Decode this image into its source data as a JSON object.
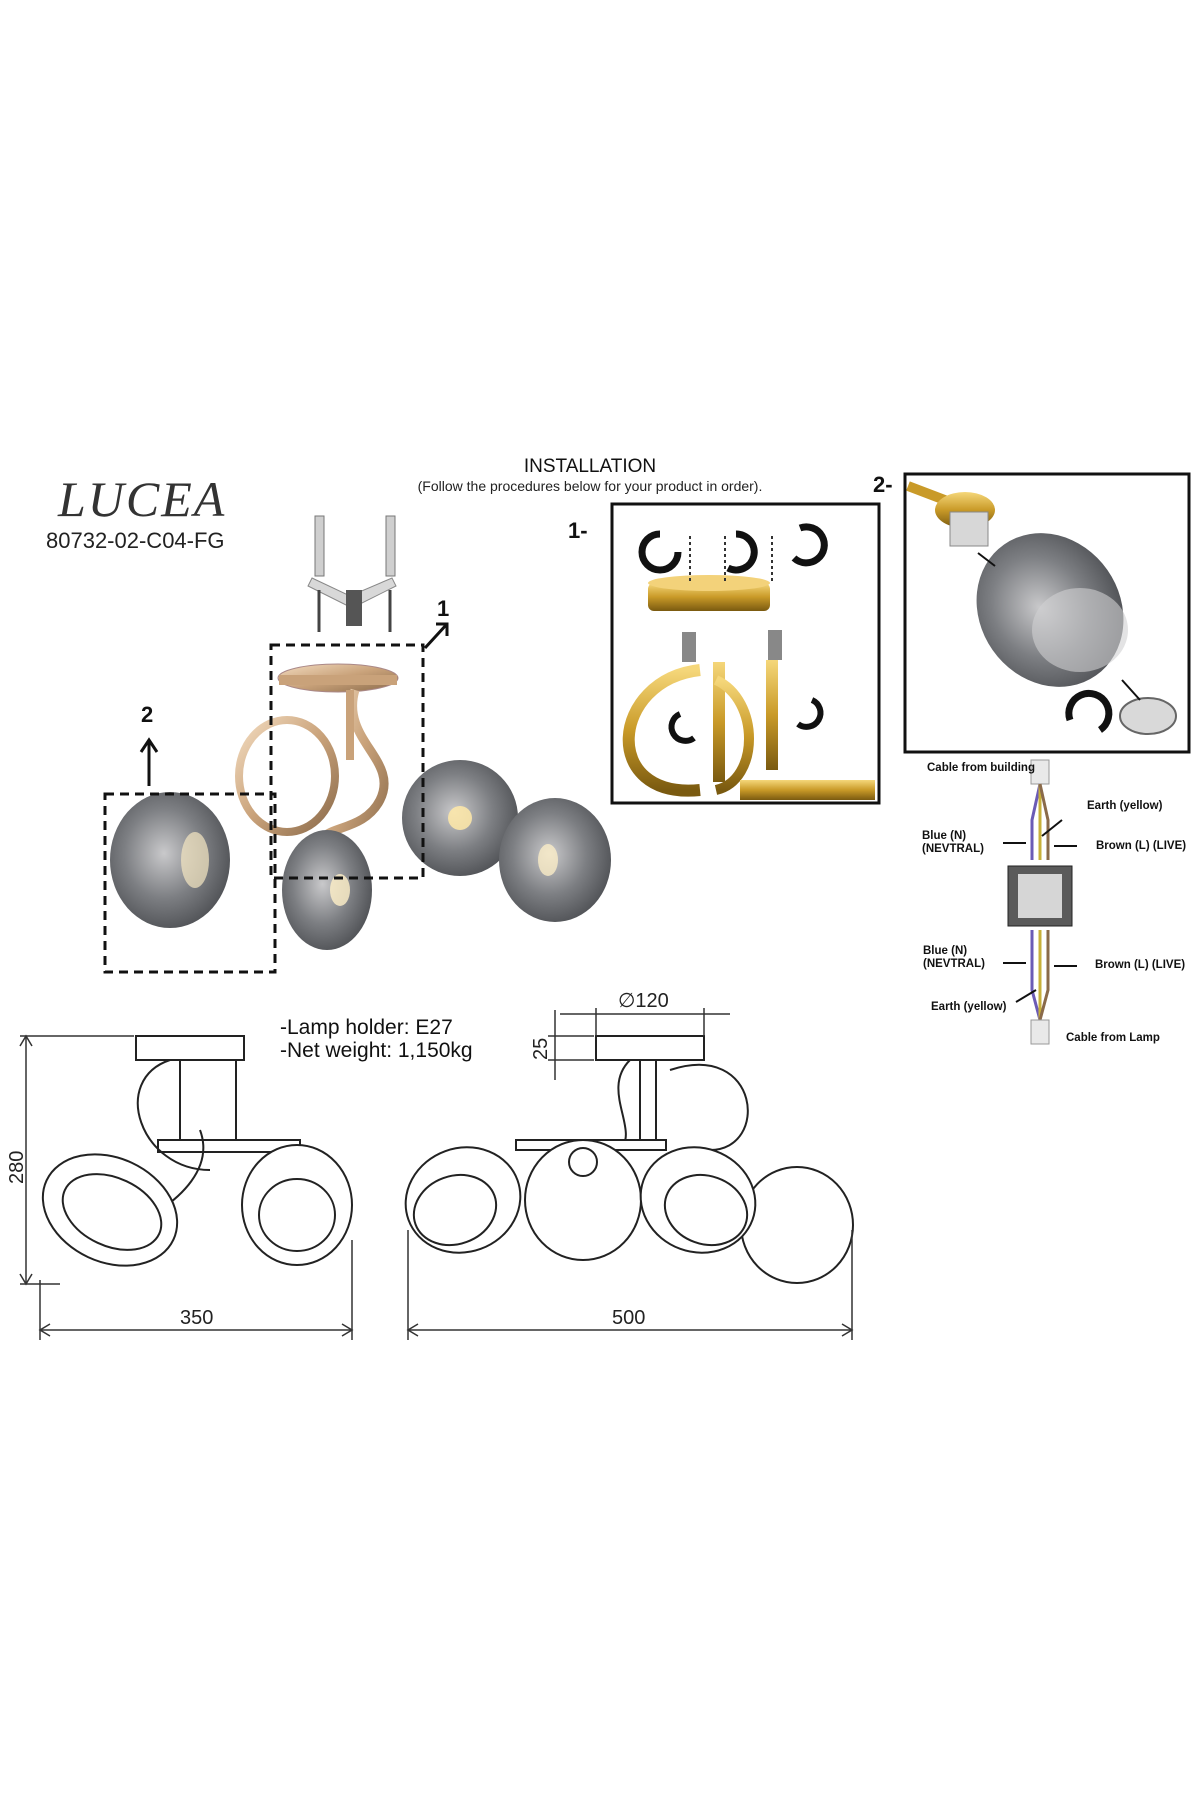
{
  "header": {
    "brand": "LUCEA",
    "model": "80732-02-C04-FG"
  },
  "installation": {
    "title": "INSTALLATION",
    "subtitle": "(Follow the procedures below for your product in order).",
    "step1_label": "1-",
    "step2_label": "2-",
    "callout1": "1",
    "callout2": "2"
  },
  "specs": {
    "lamp_holder": "-Lamp holder: E27",
    "net_weight": "-Net weight: 1,150kg"
  },
  "dimensions": {
    "height": "280",
    "width_side": "350",
    "width_front": "500",
    "canopy_diameter": "∅120",
    "canopy_height": "25"
  },
  "wiring": {
    "cable_building": "Cable from building",
    "earth_top": "Earth (yellow)",
    "blue_top": "Blue (N)",
    "neutral_top": "(NEVTRAL)",
    "brown_top": "Brown (L) (LIVE)",
    "blue_bottom": "Blue (N)",
    "neutral_bottom": "(NEVTRAL)",
    "brown_bottom": "Brown (L) (LIVE)",
    "earth_bottom": "Earth (yellow)",
    "cable_lamp": "Cable from Lamp"
  }
}
